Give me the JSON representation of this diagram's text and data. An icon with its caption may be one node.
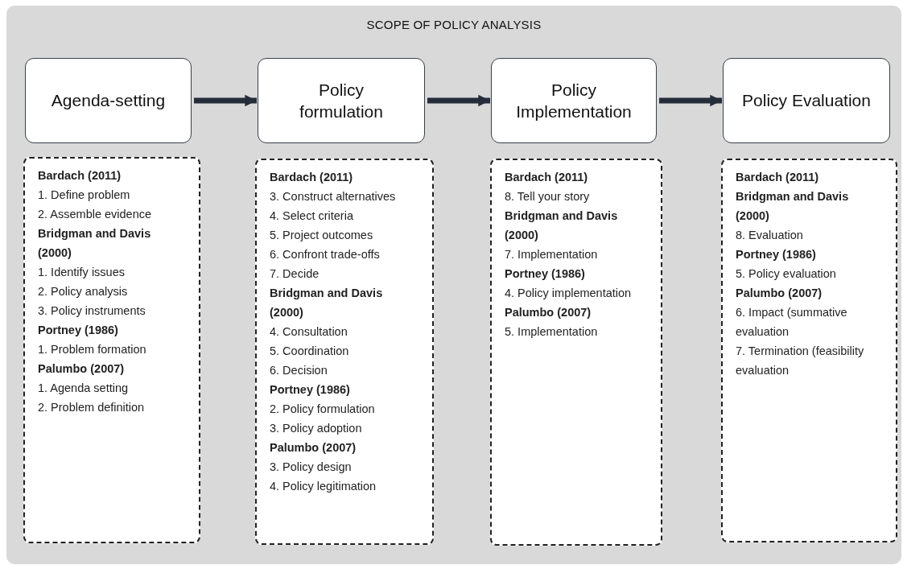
{
  "diagram": {
    "nodes": [
      {
        "text": [
          "SCOPE OF POLICY ANALYSIS"
        ]
      },
      {
        "text": [
          "Agenda-setting"
        ],
        "in": 0
      },
      {
        "text": [
          "Policy formulation"
        ],
        "in": 0
      },
      {
        "text": [
          "Policy Implementation"
        ],
        "in": 0
      },
      {
        "text": [
          "Policy Evaluation"
        ],
        "in": 0
      },
      {
        "text": [
          "**Bardach (2011)**",
          "1. Define problem",
          "2. Assemble evidence",
          "**Bridgman and Davis (2000)**",
          "1. Identify issues",
          "2. Policy analysis",
          "3. Policy instruments",
          "**Portney (1986)**",
          "1. Problem formation",
          "**Palumbo (2007)**",
          "1. Agenda setting",
          "2. Problem definition"
        ],
        "in": 0
      },
      {
        "text": [
          "**Bardach (2011)**",
          "3. Construct alternatives",
          "4. Select criteria",
          "5. Project outcomes",
          "6. Confront trade-offs",
          "7. Decide",
          "**Bridgman and Davis (2000)**",
          "4. Consultation",
          "5. Coordination",
          "6. Decision",
          "**Portney (1986)**",
          "2. Policy formulation",
          "3. Policy adoption",
          "**Palumbo (2007)**",
          "3. Policy design",
          "4. Policy legitimation"
        ],
        "in": 0
      },
      {
        "text": [
          "**Bardach (2011)**",
          "8. Tell your story",
          "**Bridgman and Davis (2000)**",
          "7. Implementation",
          "**Portney (1986)**",
          "4. Policy implementation",
          "**Palumbo (2007)**",
          "5. Implementation"
        ],
        "in": 0
      },
      {
        "text": [
          "**Bardach (2011)**",
          "**Bridgman and Davis (2000)**",
          "8. Evaluation",
          "**Portney (1986)**",
          "5. Policy evaluation",
          "**Palumbo (2007)**",
          "6. Impact (summative evaluation",
          "7. Termination (feasibility evaluation"
        ],
        "in": 0
      }
    ],
    "edges": [
      {
        "from": 1,
        "to": 2,
        "arrow": "to"
      },
      {
        "from": 2,
        "to": 3,
        "arrow": "to"
      },
      {
        "from": 3,
        "to": 4,
        "arrow": "to"
      }
    ]
  }
}
